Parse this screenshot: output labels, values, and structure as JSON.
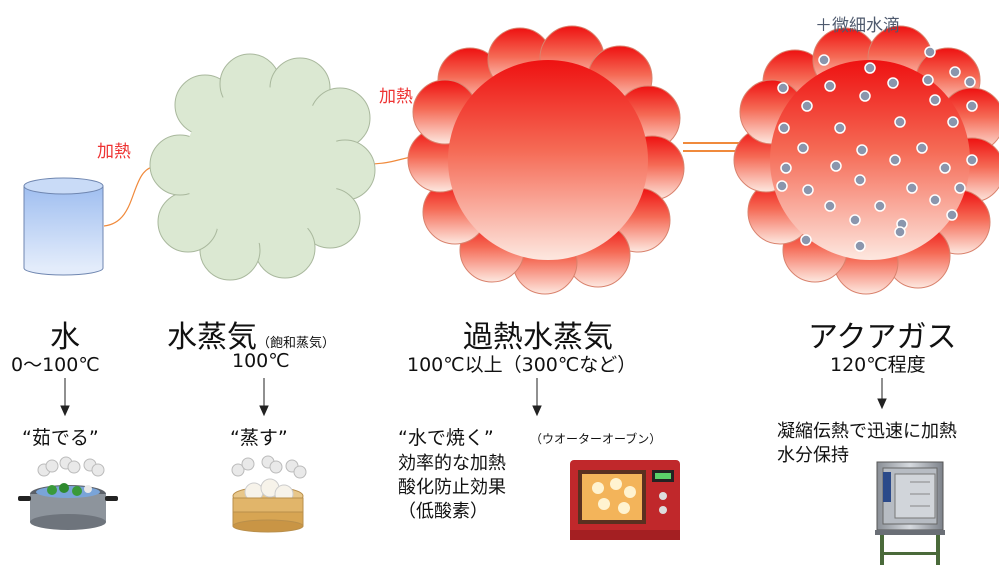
{
  "heat_label": "加熱",
  "mist_label": "＋微細水滴",
  "stages": [
    {
      "title": "水",
      "temp": "0～100℃",
      "cooking": "“茹でる”"
    },
    {
      "title": "水蒸気",
      "title_note": "（飽和蒸気）",
      "temp": "100℃",
      "cooking": "“蒸す”"
    },
    {
      "title": "過熱水蒸気",
      "temp": "100℃以上（300℃など）",
      "cooking": "“水で焼く”",
      "cooking_note": "（ウオーターオーブン）",
      "effects": [
        "効率的な加熱",
        "酸化防止効果",
        "（低酸素）"
      ]
    },
    {
      "title": "アクアガス",
      "temp": "120℃程度",
      "effects": [
        "凝縮伝熱で迅速に加熱",
        "水分保持"
      ]
    }
  ],
  "colors": {
    "water_fill": "#b9cdf2",
    "steam_fill": "#dbe8d2",
    "superheated_top": "#ee1111",
    "superheated_bottom": "#fde8e0",
    "heat_arrow": "#f08a3c",
    "droplet": "#8a96ad"
  },
  "icons": [
    "boiling-pot-icon",
    "steamer-basket-icon",
    "water-oven-icon",
    "aquagas-machine-icon"
  ]
}
